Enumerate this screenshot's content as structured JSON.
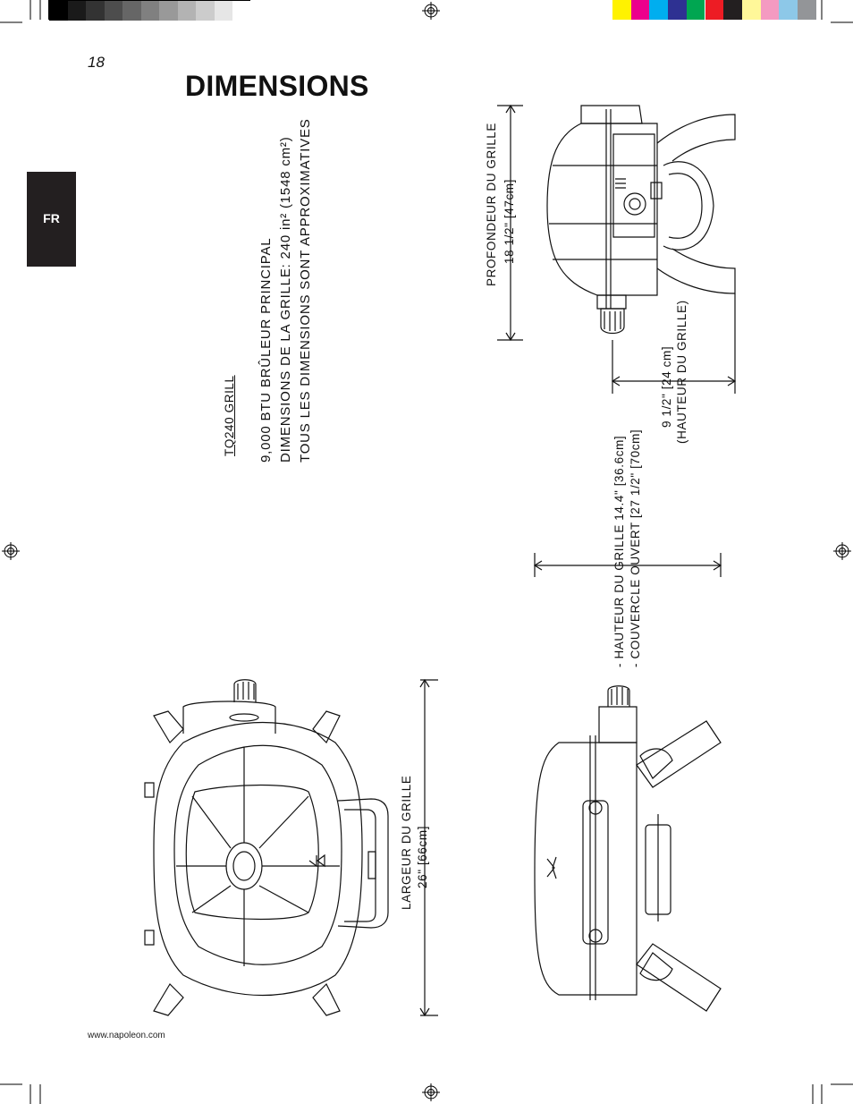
{
  "page": {
    "number": "18",
    "title": "DIMENSIONS",
    "language_tab": "FR",
    "footer_url": "www.napoleon.com"
  },
  "specs": {
    "model": "TQ240  GRILL",
    "burner": "9,000 BTU  BRÛLEUR PRINCIPAL",
    "cooking_area": "DIMENSIONS DE LA GRILLE:  240 in² (1548 cm²)",
    "note": "TOUS LES DIMENSIONS SONT APPROXIMATIVES"
  },
  "dimensions": {
    "depth_label": "PROFONDEUR DU GRILLE",
    "depth_value": "18 1/2\" [47cm]",
    "height_label": "9 1/2\" [24 cm]",
    "height_note": "(HAUTEUR DU GRILLE)",
    "height_closed": "- HAUTEUR DU GRILLE 14.4\" [36.6cm]",
    "height_open": "- COUVERCLE OUVERT  [27 1/2\" [70cm]",
    "width_label": "LARGEUR DU GRILLE",
    "width_value": "26\"  [66cm]"
  },
  "print_marks": {
    "gray_swatches": [
      "#000000",
      "#1a1a1a",
      "#333333",
      "#4d4d4d",
      "#666666",
      "#808080",
      "#999999",
      "#b3b3b3",
      "#cccccc",
      "#e6e6e6",
      "#ffffff"
    ],
    "color_swatches": [
      "#fff200",
      "#ec008c",
      "#00aeef",
      "#2e3192",
      "#00a651",
      "#ed1c24",
      "#231f20",
      "#fff799",
      "#f49ac1",
      "#8dc8e8",
      "#939598"
    ]
  }
}
